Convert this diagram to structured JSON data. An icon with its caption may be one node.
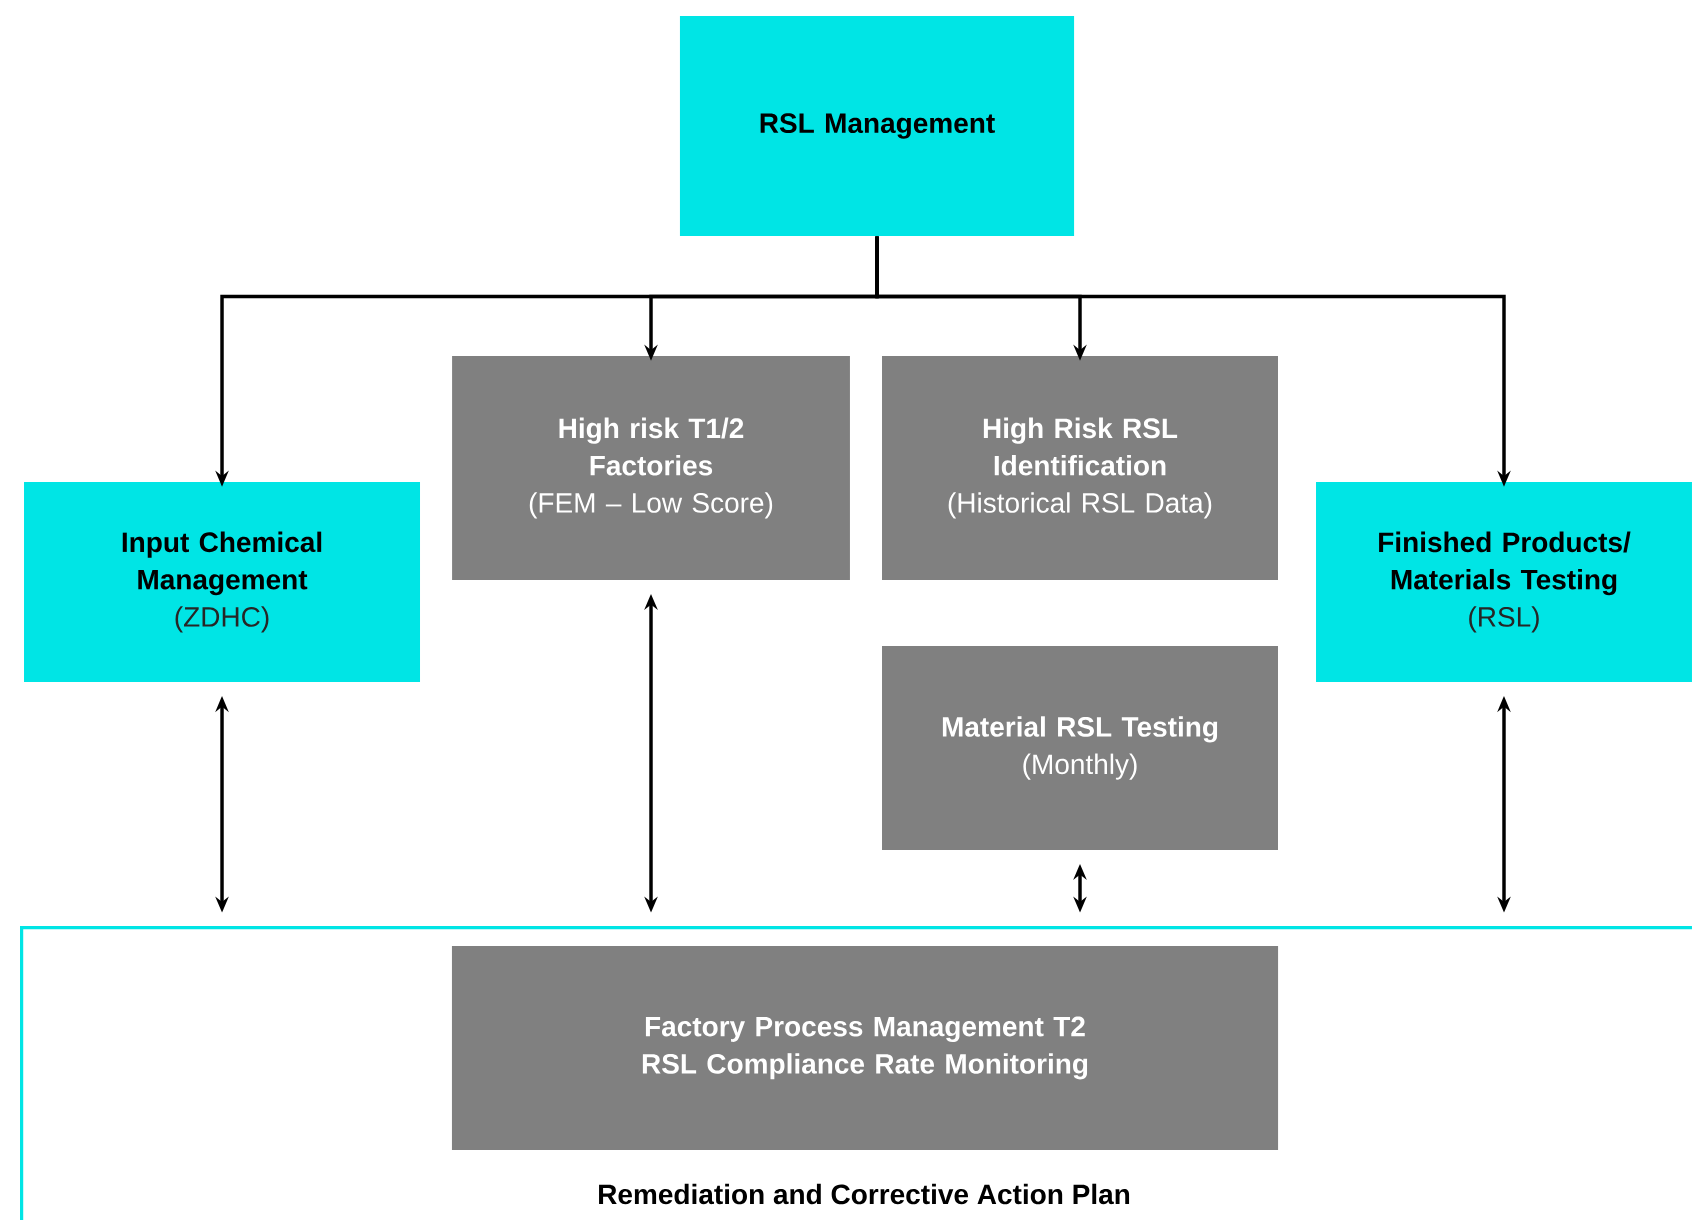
{
  "diagram": {
    "nodes": [
      {
        "text": [
          "RSL Management"
        ]
      },
      {
        "text": [
          "Input Chemical Management",
          "(ZDHC)"
        ]
      },
      {
        "text": [
          "High risk T1/2 Factories",
          "(FEM – Low Score)"
        ]
      },
      {
        "text": [
          "High Risk RSL Identification",
          "(Historical RSL Data)"
        ]
      },
      {
        "text": [
          "Finished Products/ Materials Testing",
          "(RSL)"
        ]
      },
      {
        "text": [
          "Material RSL Testing",
          "(Monthly)"
        ]
      },
      {
        "text": [
          "Remediation and Corrective Action Plan"
        ]
      },
      {
        "text": [
          "Factory Process Management T2 RSL Compliance Rate Monitoring"
        ],
        "in": 6
      }
    ],
    "edges": [
      {
        "from": 0,
        "to": 1,
        "arrow": "to"
      },
      {
        "from": 0,
        "to": 2,
        "arrow": "to"
      },
      {
        "from": 0,
        "to": 3,
        "arrow": "to"
      },
      {
        "from": 0,
        "to": 4,
        "arrow": "to"
      },
      {
        "from": 1,
        "to": 6,
        "arrow": "both"
      },
      {
        "from": 2,
        "to": 6,
        "arrow": "both"
      },
      {
        "from": 5,
        "to": 6,
        "arrow": "both"
      },
      {
        "from": 4,
        "to": 6,
        "arrow": "both"
      }
    ]
  }
}
